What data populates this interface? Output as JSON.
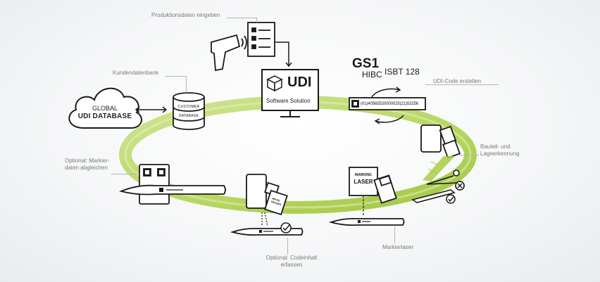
{
  "labels": {
    "production": "Produktionsdaten eingeben",
    "customer_db": "Kundendatenbank",
    "udi_code": "UDI-Code erstellen",
    "component": "Bauteil- und Lageerkennung",
    "optional_compare": "Optional: Markier-daten abgleichen",
    "optional_capture": "Optional: Codeinhalt erfassen",
    "marking_laser": "Markierlaser"
  },
  "cloud": {
    "line1": "GLOBAL",
    "line2": "UDI DATABASE"
  },
  "database": {
    "line1": "CUSTOMER",
    "line2": "DATABASE"
  },
  "monitor": {
    "title": "UDI",
    "subtitle": "Software Solution"
  },
  "standards": {
    "gs1": "GS1",
    "hibc": "HIBC",
    "isbt": "ISBT 128"
  },
  "barcode": {
    "text": "(01)40565520000025(21)53256"
  },
  "laser": {
    "line1": "MARKING",
    "line2": "LASER"
  },
  "camera": {
    "line1": "IMAGE",
    "line2": "READER"
  },
  "colors": {
    "ring": "#a9cd45",
    "ring_light": "#d6e9a0",
    "stroke": "#1a1a1a"
  }
}
